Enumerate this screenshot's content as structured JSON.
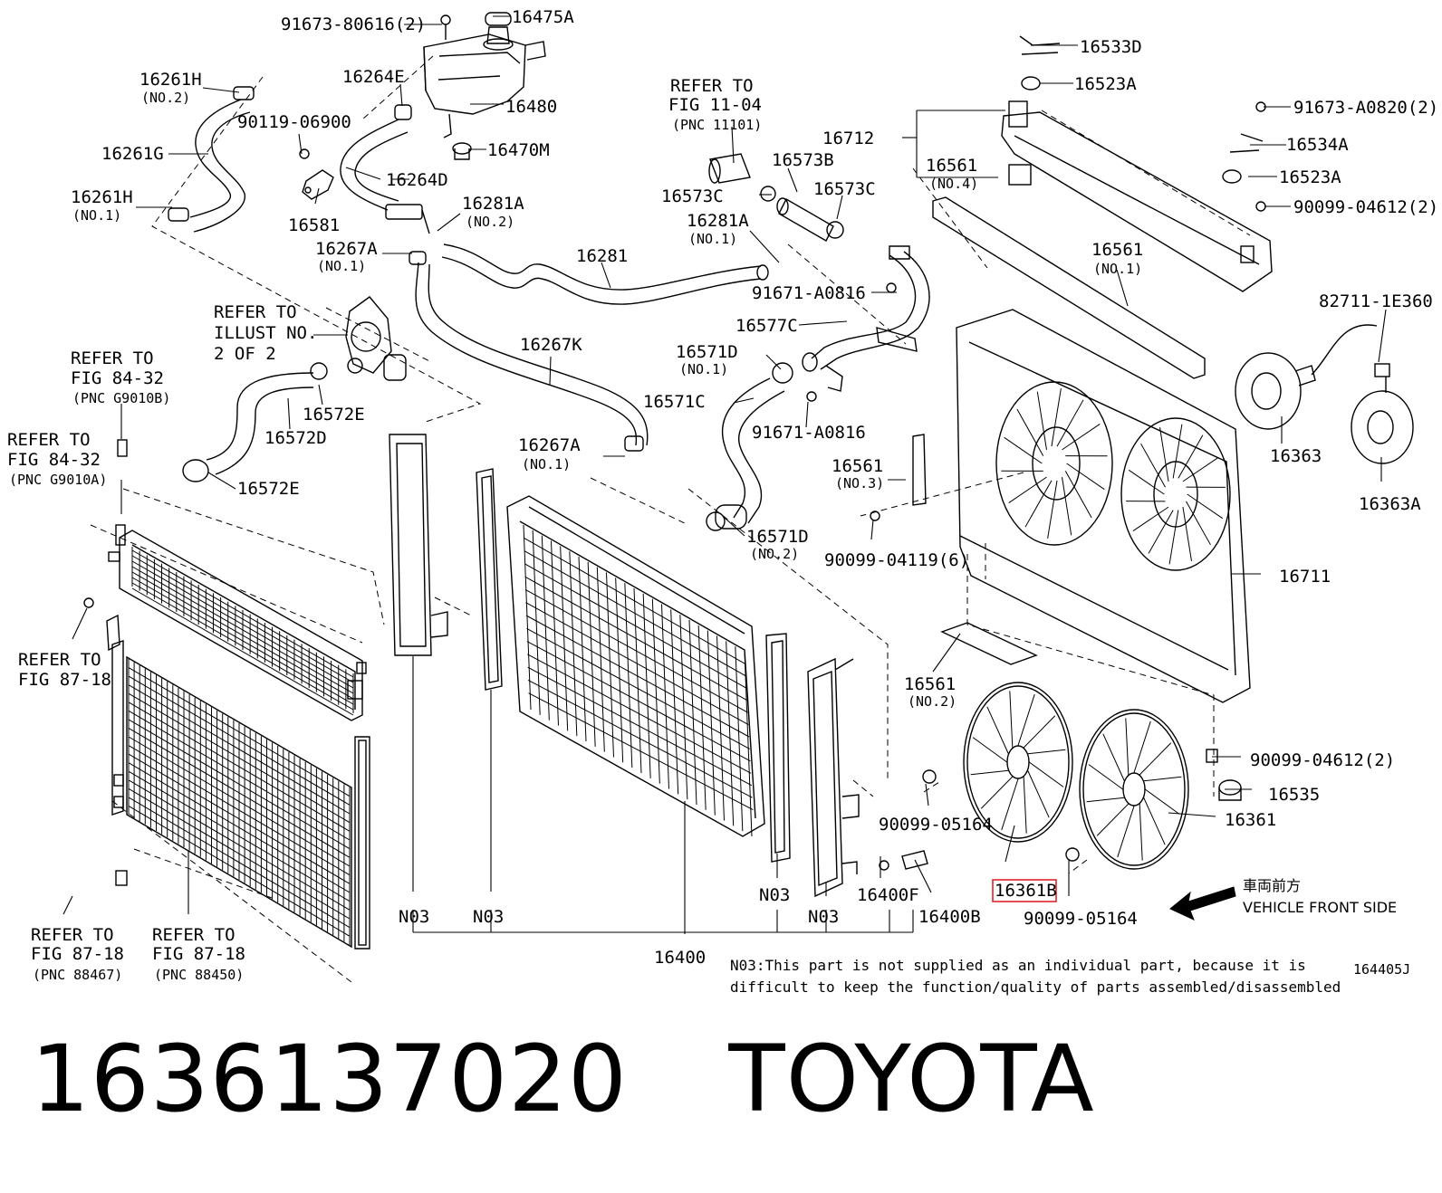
{
  "diagram": {
    "callouts": [
      {
        "id": "c01",
        "text": "91673-80616(2)",
        "cls": "lbl"
      },
      {
        "id": "c02",
        "text": "16475A",
        "cls": "lbl"
      },
      {
        "id": "c03",
        "text": "16261H",
        "cls": "lbl"
      },
      {
        "id": "c04",
        "text": "(NO.2)",
        "cls": "sub"
      },
      {
        "id": "c05",
        "text": "16264E",
        "cls": "lbl"
      },
      {
        "id": "c06",
        "text": "16480",
        "cls": "lbl"
      },
      {
        "id": "c07",
        "text": "90119-06900",
        "cls": "lbl"
      },
      {
        "id": "c08",
        "text": "16470M",
        "cls": "lbl"
      },
      {
        "id": "c09",
        "text": "16261G",
        "cls": "lbl"
      },
      {
        "id": "c10",
        "text": "16264D",
        "cls": "lbl"
      },
      {
        "id": "c11",
        "text": "16261H",
        "cls": "lbl"
      },
      {
        "id": "c12",
        "text": "(NO.1)",
        "cls": "sub"
      },
      {
        "id": "c13",
        "text": "16281A",
        "cls": "lbl"
      },
      {
        "id": "c14",
        "text": "(NO.2)",
        "cls": "sub"
      },
      {
        "id": "c15",
        "text": "16581",
        "cls": "lbl"
      },
      {
        "id": "c16",
        "text": "16267A",
        "cls": "lbl"
      },
      {
        "id": "c17",
        "text": "(NO.1)",
        "cls": "sub"
      },
      {
        "id": "c18",
        "text": "REFER TO",
        "cls": "lbl"
      },
      {
        "id": "c19",
        "text": "FIG 11-04",
        "cls": "lbl"
      },
      {
        "id": "c20",
        "text": "(PNC 11101)",
        "cls": "sub"
      },
      {
        "id": "c21",
        "text": "16712",
        "cls": "lbl"
      },
      {
        "id": "c22",
        "text": "16573B",
        "cls": "lbl"
      },
      {
        "id": "c23",
        "text": "16573C",
        "cls": "lbl"
      },
      {
        "id": "c24",
        "text": "16573C",
        "cls": "lbl"
      },
      {
        "id": "c25",
        "text": "16561",
        "cls": "lbl"
      },
      {
        "id": "c26",
        "text": "(NO.4)",
        "cls": "sub"
      },
      {
        "id": "c27",
        "text": "16281A",
        "cls": "lbl"
      },
      {
        "id": "c28",
        "text": "(NO.1)",
        "cls": "sub"
      },
      {
        "id": "c29",
        "text": "16281",
        "cls": "lbl"
      },
      {
        "id": "c30",
        "text": "16533D",
        "cls": "lbl"
      },
      {
        "id": "c31",
        "text": "16523A",
        "cls": "lbl"
      },
      {
        "id": "c32",
        "text": "91673-A0820(2)",
        "cls": "lbl"
      },
      {
        "id": "c33",
        "text": "16534A",
        "cls": "lbl"
      },
      {
        "id": "c34",
        "text": "16523A",
        "cls": "lbl"
      },
      {
        "id": "c35",
        "text": "90099-04612(2)",
        "cls": "lbl"
      },
      {
        "id": "c36",
        "text": "16561",
        "cls": "lbl"
      },
      {
        "id": "c37",
        "text": "(NO.1)",
        "cls": "sub"
      },
      {
        "id": "c38",
        "text": "91671-A0816",
        "cls": "lbl"
      },
      {
        "id": "c39",
        "text": "82711-1E360",
        "cls": "lbl"
      },
      {
        "id": "c40",
        "text": "REFER TO",
        "cls": "lbl"
      },
      {
        "id": "c41",
        "text": "ILLUST NO.",
        "cls": "lbl"
      },
      {
        "id": "c42",
        "text": "2 OF 2",
        "cls": "lbl"
      },
      {
        "id": "c43",
        "text": "16577C",
        "cls": "lbl"
      },
      {
        "id": "c44",
        "text": "16267K",
        "cls": "lbl"
      },
      {
        "id": "c45",
        "text": "16571D",
        "cls": "lbl"
      },
      {
        "id": "c46",
        "text": "(NO.1)",
        "cls": "sub"
      },
      {
        "id": "c47",
        "text": "REFER TO",
        "cls": "lbl"
      },
      {
        "id": "c48",
        "text": "FIG 84-32",
        "cls": "lbl"
      },
      {
        "id": "c49",
        "text": "(PNC G9010B)",
        "cls": "sub"
      },
      {
        "id": "c50",
        "text": "16572E",
        "cls": "lbl"
      },
      {
        "id": "c51",
        "text": "16571C",
        "cls": "lbl"
      },
      {
        "id": "c52",
        "text": "91671-A0816",
        "cls": "lbl"
      },
      {
        "id": "c53",
        "text": "16572D",
        "cls": "lbl"
      },
      {
        "id": "c54",
        "text": "REFER TO",
        "cls": "lbl"
      },
      {
        "id": "c55",
        "text": "FIG 84-32",
        "cls": "lbl"
      },
      {
        "id": "c56",
        "text": "(PNC G9010A)",
        "cls": "sub"
      },
      {
        "id": "c57",
        "text": "16267A",
        "cls": "lbl"
      },
      {
        "id": "c58",
        "text": "(NO.1)",
        "cls": "sub"
      },
      {
        "id": "c59",
        "text": "16561",
        "cls": "lbl"
      },
      {
        "id": "c60",
        "text": "(NO.3)",
        "cls": "sub"
      },
      {
        "id": "c61",
        "text": "16363",
        "cls": "lbl"
      },
      {
        "id": "c62",
        "text": "16363A",
        "cls": "lbl"
      },
      {
        "id": "c63",
        "text": "16572E",
        "cls": "lbl"
      },
      {
        "id": "c64",
        "text": "16571D",
        "cls": "lbl"
      },
      {
        "id": "c65",
        "text": "(NO.2)",
        "cls": "sub"
      },
      {
        "id": "c66",
        "text": "90099-04119(6)",
        "cls": "lbl"
      },
      {
        "id": "c67",
        "text": "16711",
        "cls": "lbl"
      },
      {
        "id": "c68",
        "text": "REFER TO",
        "cls": "lbl"
      },
      {
        "id": "c69",
        "text": "FIG 87-18",
        "cls": "lbl"
      },
      {
        "id": "c70",
        "text": "16561",
        "cls": "lbl"
      },
      {
        "id": "c71",
        "text": "(NO.2)",
        "cls": "sub"
      },
      {
        "id": "c72",
        "text": "90099-04612(2)",
        "cls": "lbl"
      },
      {
        "id": "c73",
        "text": "16535",
        "cls": "lbl"
      },
      {
        "id": "c74",
        "text": "90099-05164",
        "cls": "lbl"
      },
      {
        "id": "c75",
        "text": "16361",
        "cls": "lbl"
      },
      {
        "id": "c76",
        "text": "16361B",
        "cls": "lbl"
      },
      {
        "id": "c77",
        "text": "N03",
        "cls": "lbl"
      },
      {
        "id": "c78",
        "text": "N03",
        "cls": "lbl"
      },
      {
        "id": "c79",
        "text": "N03",
        "cls": "lbl"
      },
      {
        "id": "c80",
        "text": "N03",
        "cls": "lbl"
      },
      {
        "id": "c81",
        "text": "16400F",
        "cls": "lbl"
      },
      {
        "id": "c82",
        "text": "16400B",
        "cls": "lbl"
      },
      {
        "id": "c83",
        "text": "90099-05164",
        "cls": "lbl"
      },
      {
        "id": "c84",
        "text": "REFER TO",
        "cls": "lbl"
      },
      {
        "id": "c85",
        "text": "FIG 87-18",
        "cls": "lbl"
      },
      {
        "id": "c86",
        "text": "(PNC 88467)",
        "cls": "sub"
      },
      {
        "id": "c87",
        "text": "REFER TO",
        "cls": "lbl"
      },
      {
        "id": "c88",
        "text": "FIG 87-18",
        "cls": "lbl"
      },
      {
        "id": "c89",
        "text": "(PNC 88450)",
        "cls": "sub"
      },
      {
        "id": "c90",
        "text": "16400",
        "cls": "lbl"
      },
      {
        "id": "c91",
        "text": "164405J",
        "cls": "sub"
      }
    ],
    "note_line1": "N03:This part is not supplied as an individual part, because it is",
    "note_line2": "difficult to keep the function/quality of parts assembled/disassembled",
    "front_label_jp": "車両前方",
    "front_label_en": "VEHICLE FRONT SIDE",
    "highlight_part": "16361B",
    "highlight_color": "#e0242a"
  },
  "caption": {
    "part_number": "1636137020",
    "brand": "TOYOTA"
  }
}
